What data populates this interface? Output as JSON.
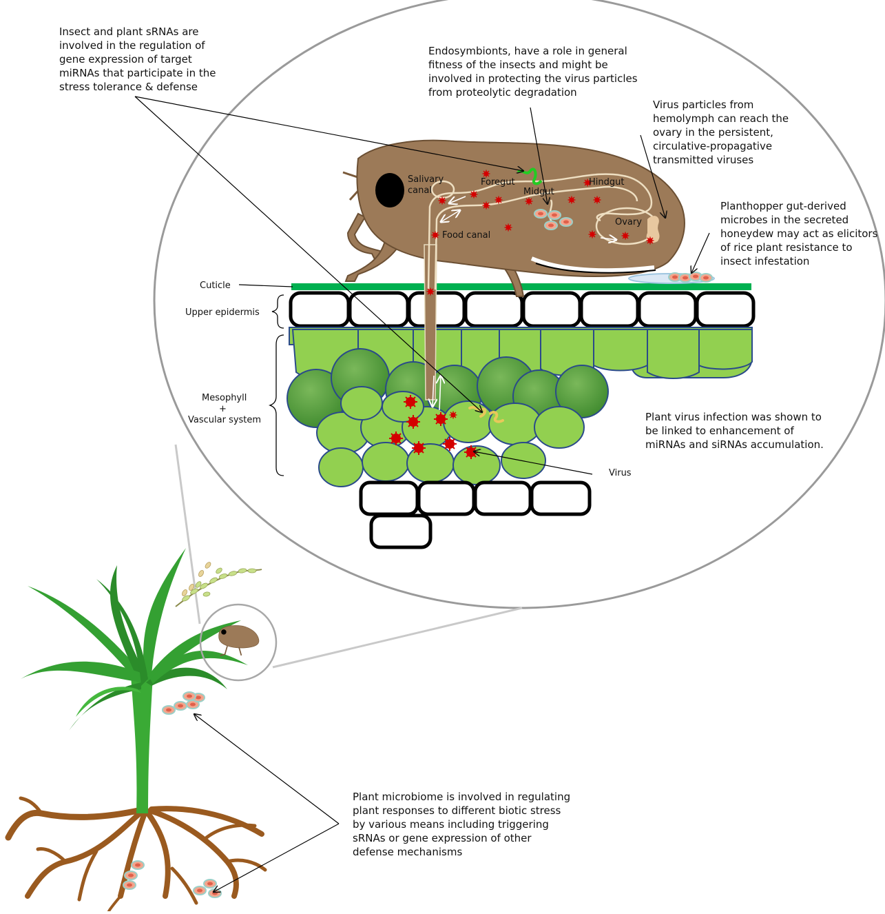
{
  "annotations": {
    "insect_plant_srnas": "Insect and plant sRNAs are\ninvolved in the regulation of\ngene expression of target\nmiRNAs that participate in the\nstress tolerance & defense",
    "endosymbionts": "Endosymbionts, have a role in general\nfitness of the insects and might be\ninvolved in protecting the virus particles\nfrom proteolytic degradation",
    "virus_hemolymph": "Virus particles from\nhemolymph can reach the\novary in the persistent,\ncirculative-propagative\ntransmitted viruses",
    "planthopper_microbes": "Planthopper gut-derived\nmicrobes in the secreted\nhoneydew may act as elicitors\nof rice plant resistance to\ninsect infestation",
    "plant_virus_infection": "Plant virus infection was shown to\nbe linked to enhancement of\nmiRNAs and siRNAs accumulation.",
    "plant_microbiome": "Plant microbiome is involved in regulating\nplant responses to different biotic stress\nby various means including triggering\nsRNAs or gene expression of other\ndefense mechanisms"
  },
  "insect_labels": {
    "salivary": "Salivary",
    "canal": "canal",
    "foregut": "Foregut",
    "midgut": "Midgut",
    "hindgut": "Hindgut",
    "ovary": "Ovary",
    "food_canal": "Food canal"
  },
  "leaf_labels": {
    "cuticle": "Cuticle",
    "upper_epidermis": "Upper epidermis",
    "mesophyll": "Mesophyll",
    "plus": "+",
    "vascular": "Vascular system",
    "virus": "Virus"
  },
  "colors": {
    "insect_body": "#9c7a58",
    "cuticle": "#00b050",
    "mesophyll_light": "#92d050",
    "mesophyll_dark": "#5a9e3a",
    "virus": "#d40000",
    "microbe": "#f08060",
    "plant_leaf": "#3aaa35",
    "root": "#9a5a1f"
  }
}
